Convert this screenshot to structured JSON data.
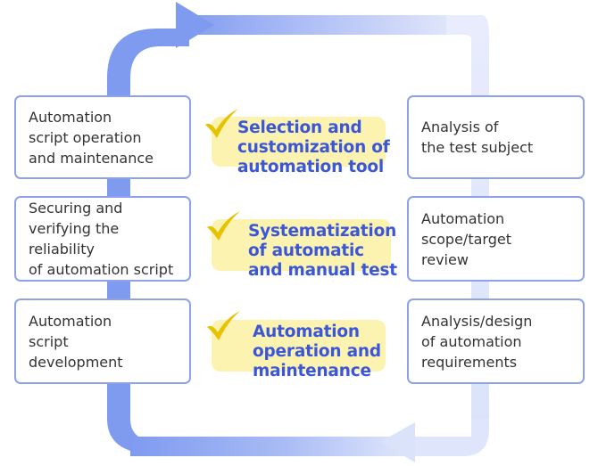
{
  "left_steps": [
    "Automation\nscript operation\nand maintenance",
    "Securing and\nverifying the reliability\nof automation script",
    "Automation\nscript\ndevelopment"
  ],
  "right_steps": [
    "Analysis of\nthe test subject",
    "Automation\nscope/target\nreview",
    "Analysis/design\nof automation\nrequirements"
  ],
  "focus_items": [
    "Selection and\ncustomization of\nautomation tool",
    "Systematization\nof automatic\nand manual test",
    "Automation\noperation and\nmaintenance"
  ],
  "colors": {
    "loop_blue": "#7f9bf0",
    "loop_fade": "#dfe6fb",
    "box_border": "#8ea2ec",
    "highlight": "#fdf3b0",
    "check": "#e6c200",
    "focus_text": "#3b57d8"
  },
  "icons": [
    "check-icon",
    "loop-arrow"
  ]
}
